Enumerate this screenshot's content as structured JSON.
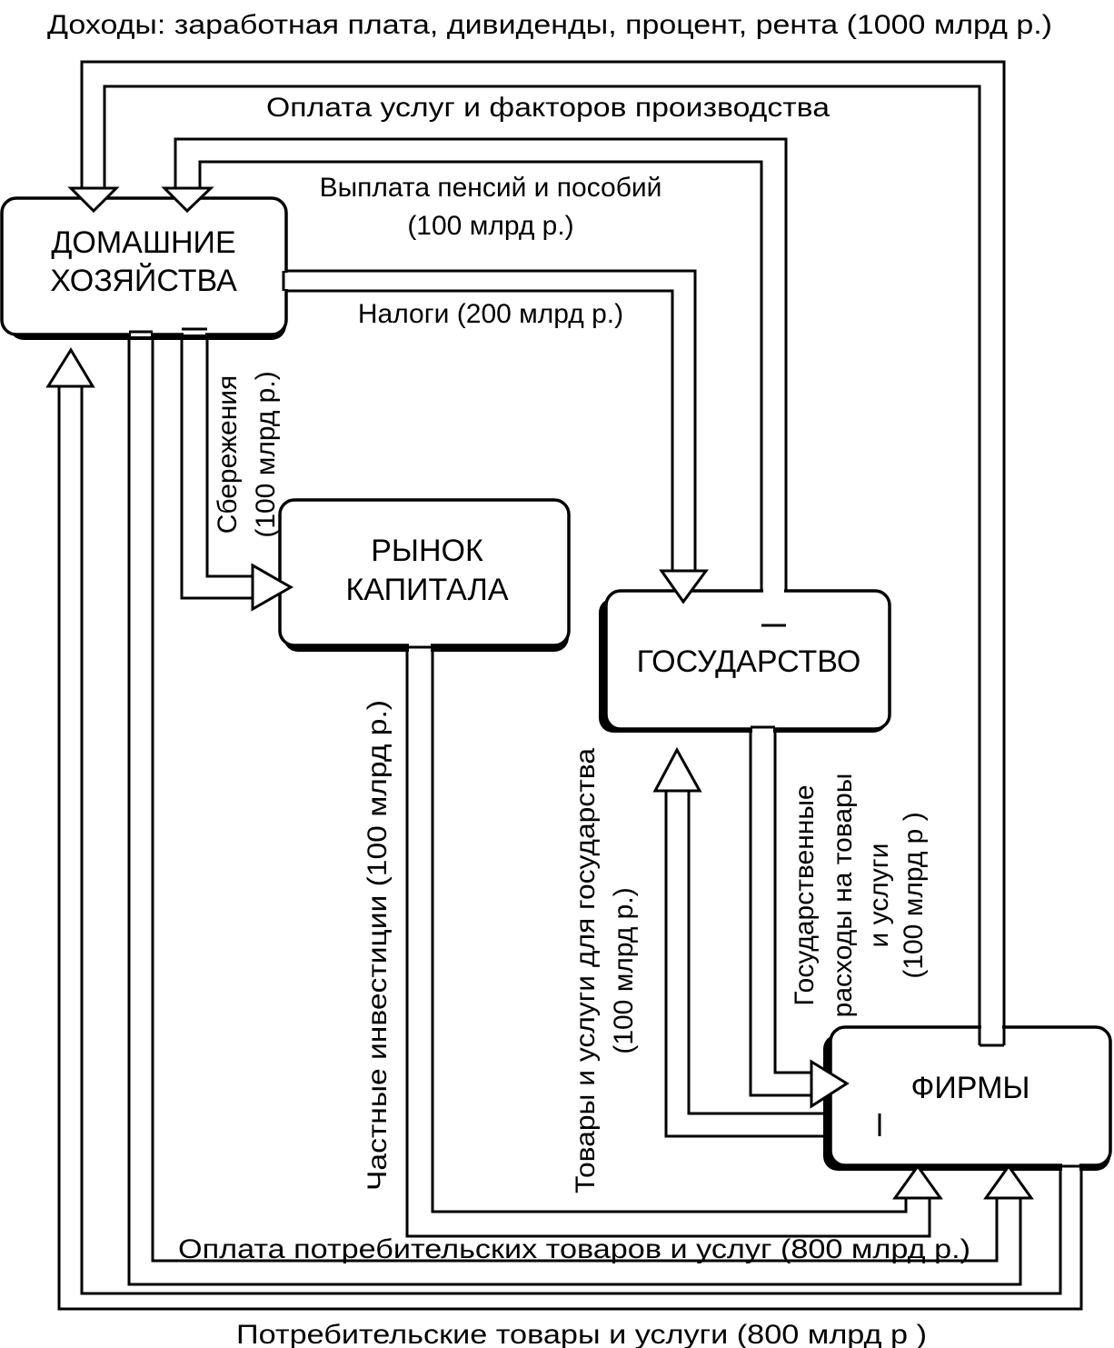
{
  "boxes": {
    "households": [
      "ДОМАШНИЕ",
      "ХОЗЯЙСТВА"
    ],
    "capital_market": [
      "РЫНОК",
      "КАПИТАЛА"
    ],
    "government": "ГОСУДАРСТВО",
    "firms": "ФИРМЫ"
  },
  "flows": {
    "income": "Доходы: заработная плата, дивиденды, процент, рента (1000 млрд р.)",
    "factor_payments": "Оплата услуг и факторов производства",
    "pensions": [
      "Выплата пенсий и пособий",
      "(100 млрд р.)"
    ],
    "taxes": "Налоги (200 млрд р.)",
    "savings": [
      "Сбережения",
      "(100 млрд р.)"
    ],
    "private_investment": "Частные инвестиции (100 млрд р.)",
    "goods_for_government": [
      "Товары и услуги для государства",
      "(100 млрд  р.)"
    ],
    "government_spending": [
      "Государственные",
      "расходы на товары",
      "и услуги",
      "(100 млрд  р )"
    ],
    "consumer_payments": "Оплата потребительских товаров и услуг (800 млрд  р.)",
    "consumer_goods": "Потребительские товары и услуги (800 млрд  р )"
  }
}
